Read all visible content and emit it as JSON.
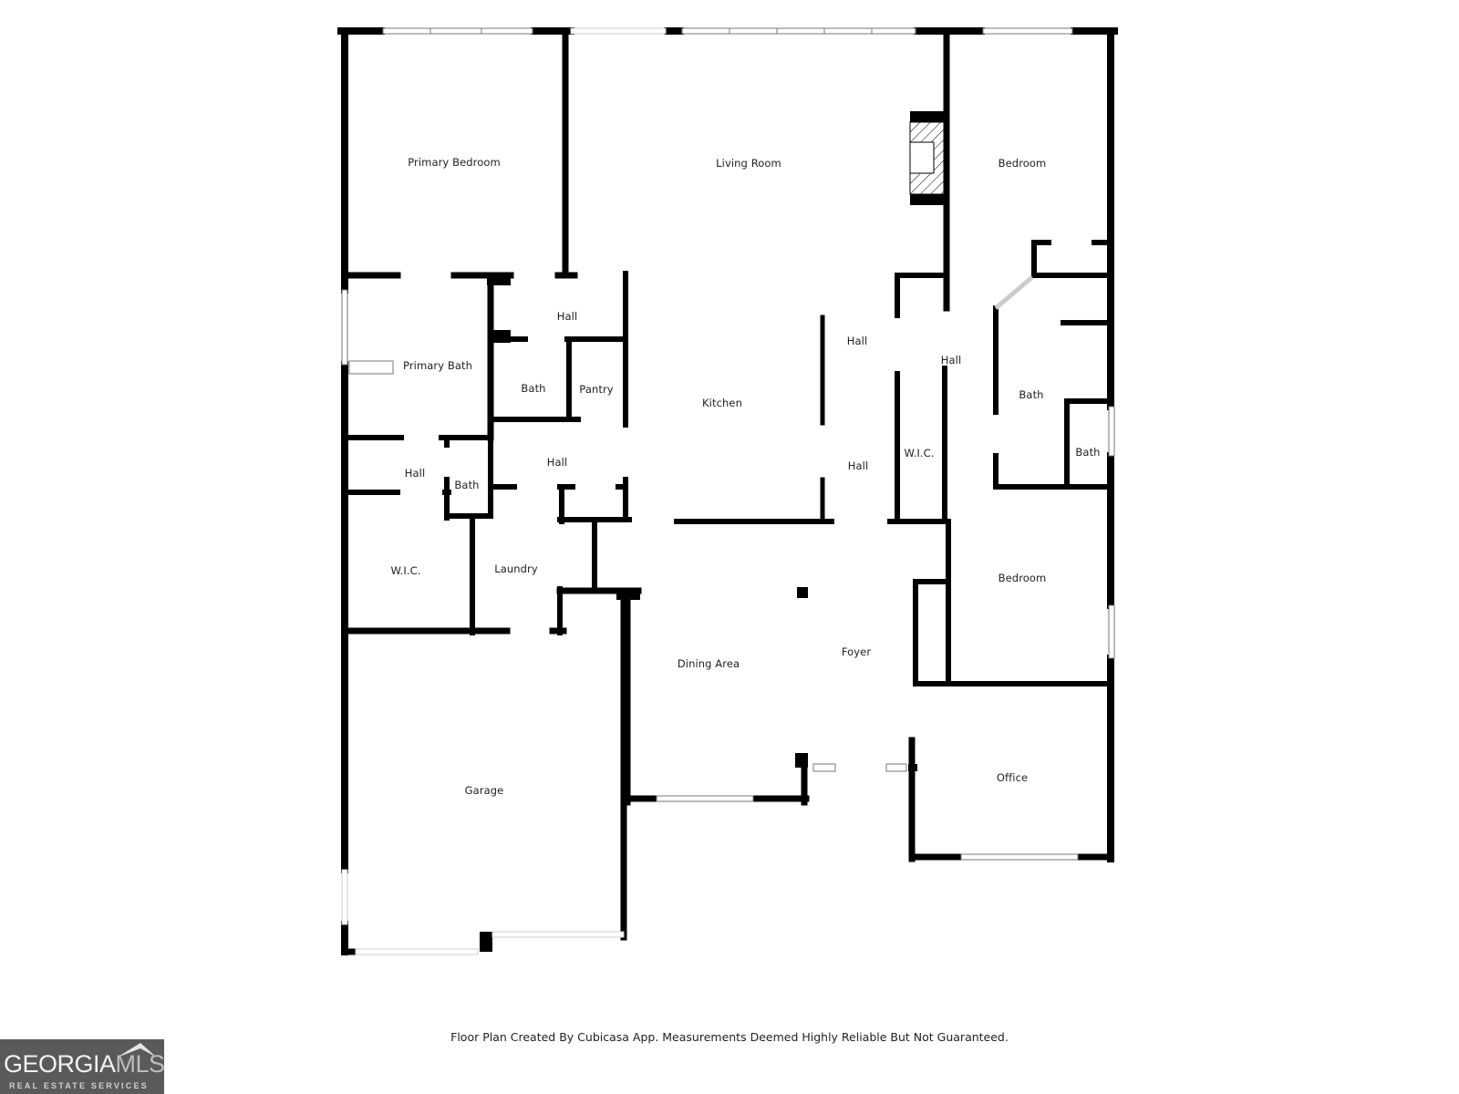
{
  "rooms": {
    "primary_bedroom": "Primary Bedroom",
    "living_room": "Living Room",
    "bedroom_ne": "Bedroom",
    "primary_bath": "Primary Bath",
    "hall_1": "Hall",
    "bath_1": "Bath",
    "pantry": "Pantry",
    "kitchen": "Kitchen",
    "hall_2": "Hall",
    "hall_3": "Hall",
    "bath_2": "Bath",
    "hall_4": "Hall",
    "w_i_c_1": "W.I.C.",
    "bath_3": "Bath",
    "hall_5": "Hall",
    "hall_6": "Hall",
    "bath_4": "Bath",
    "w_i_c_2": "W.I.C.",
    "laundry": "Laundry",
    "bedroom_e": "Bedroom",
    "dining_area": "Dining Area",
    "foyer": "Foyer",
    "office": "Office",
    "garage": "Garage"
  },
  "footer": {
    "disclaimer": "Floor Plan Created By Cubicasa App. Measurements Deemed Highly Reliable But Not Guaranteed."
  },
  "logo": {
    "brand_main": "GEORGIA",
    "brand_accent": "MLS",
    "tagline": "REAL ESTATE SERVICES"
  },
  "colors": {
    "wall": "#000000",
    "background": "#ffffff",
    "logo_bg": "#5a5a5a"
  }
}
